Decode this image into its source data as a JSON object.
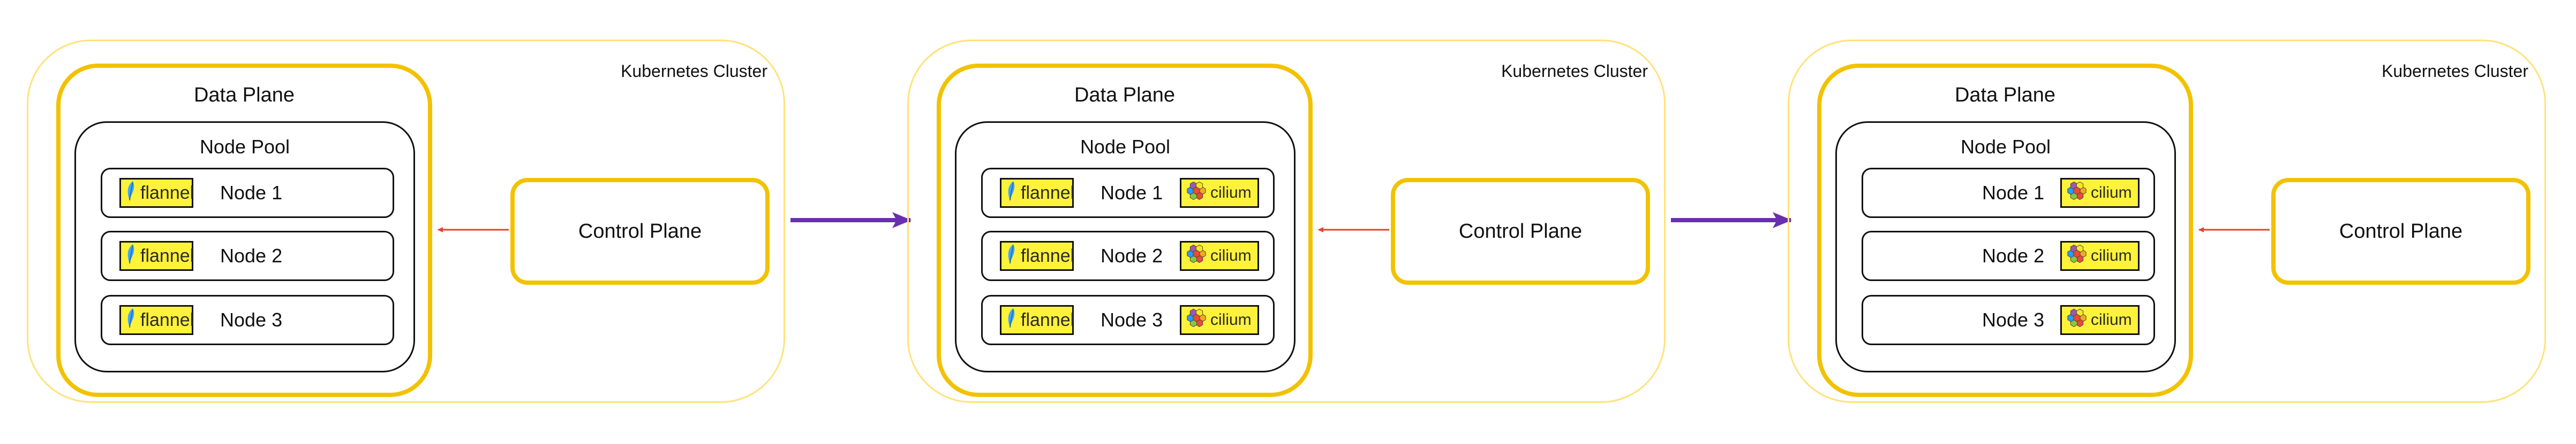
{
  "clusters": [
    {
      "label": "Kubernetes Cluster",
      "data_plane": "Data Plane",
      "node_pool": "Node Pool",
      "control_plane": "Control Plane",
      "nodes": [
        {
          "label": "Node 1",
          "flannel": "flannel",
          "cilium": null
        },
        {
          "label": "Node 2",
          "flannel": "flannel",
          "cilium": null
        },
        {
          "label": "Node 3",
          "flannel": "flannel",
          "cilium": null
        }
      ]
    },
    {
      "label": "Kubernetes Cluster",
      "data_plane": "Data Plane",
      "node_pool": "Node Pool",
      "control_plane": "Control Plane",
      "nodes": [
        {
          "label": "Node 1",
          "flannel": "flannel",
          "cilium": "cilium"
        },
        {
          "label": "Node 2",
          "flannel": "flannel",
          "cilium": "cilium"
        },
        {
          "label": "Node 3",
          "flannel": "flannel",
          "cilium": "cilium"
        }
      ]
    },
    {
      "label": "Kubernetes Cluster",
      "data_plane": "Data Plane",
      "node_pool": "Node Pool",
      "control_plane": "Control Plane",
      "nodes": [
        {
          "label": "Node 1",
          "flannel": null,
          "cilium": "cilium"
        },
        {
          "label": "Node 2",
          "flannel": null,
          "cilium": "cilium"
        },
        {
          "label": "Node 3",
          "flannel": null,
          "cilium": "cilium"
        }
      ]
    }
  ],
  "colors": {
    "cluster_border": "#ffe27a",
    "plane_border": "#f2c200",
    "badge_fill": "#fff23a",
    "control_arrow": "#e8402a",
    "migration_arrow": "#6a2fb0"
  },
  "icons": {
    "flannel": "flannel-leaf-icon",
    "cilium": "cilium-flower-icon"
  }
}
